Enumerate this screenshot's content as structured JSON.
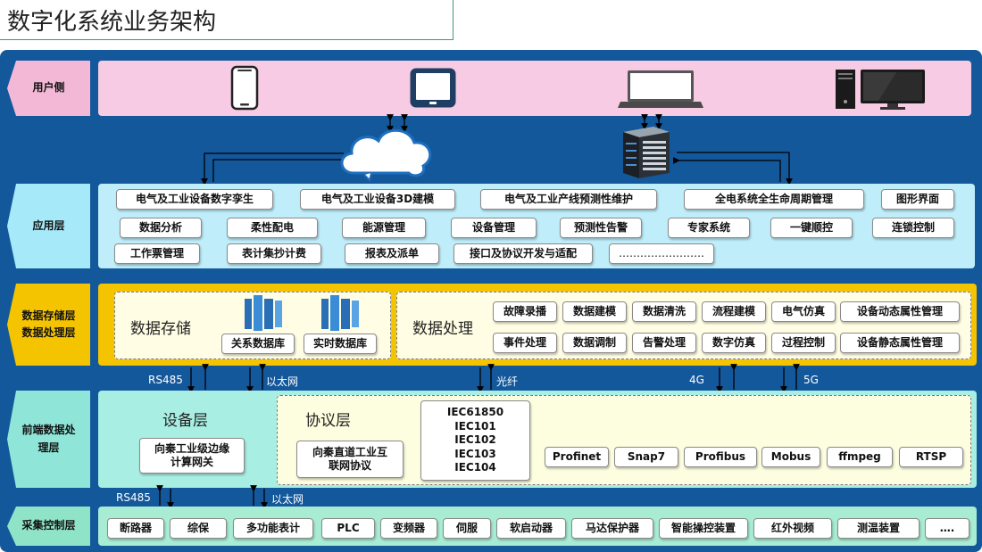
{
  "title": "数字化系统业务架构",
  "layers": {
    "user": "用户侧",
    "app": "应用层",
    "data_1": "数据存储层",
    "data_2": "数据处理层",
    "front_1": "前端数据处",
    "front_2": "理层",
    "collect": "采集控制层"
  },
  "app_items": [
    "电气及工业设备数字孪生",
    "电气及工业设备3D建模",
    "电气及工业产线预测性维护",
    "全电系统全生命周期管理",
    "图形界面",
    "数据分析",
    "柔性配电",
    "能源管理",
    "设备管理",
    "预测性告警",
    "专家系统",
    "一键顺控",
    "连锁控制",
    "工作票管理",
    "表计集抄计费",
    "报表及派单",
    "接口及协议开发与适配",
    "……………………"
  ],
  "storage": {
    "title": "数据存储",
    "db1": "关系数据库",
    "db2": "实时数据库"
  },
  "processing": {
    "title": "数据处理",
    "items": [
      "故障录播",
      "数据建模",
      "数据清洗",
      "流程建模",
      "电气仿真",
      "设备动态属性管理",
      "事件处理",
      "数据调制",
      "告警处理",
      "数字仿真",
      "过程控制",
      "设备静态属性管理"
    ]
  },
  "links_top": {
    "rs485": "RS485",
    "ethernet": "以太网",
    "fiber": "光纤",
    "g4": "4G",
    "g5": "5G"
  },
  "device": {
    "title": "设备层",
    "gateway_1": "向秦工业级边缘",
    "gateway_2": "计算网关"
  },
  "protocol": {
    "title": "协议层",
    "proto_1": "向秦直道工业互",
    "proto_2": "联网协议",
    "iec": [
      "IEC61850",
      "IEC101",
      "IEC102",
      "IEC103",
      "IEC104"
    ],
    "items": [
      "Profinet",
      "Snap7",
      "Profibus",
      "Mobus",
      "ffmpeg",
      "RTSP"
    ]
  },
  "links_bottom": {
    "rs485": "RS485",
    "ethernet": "以太网"
  },
  "collect_items": [
    "断路器",
    "综保",
    "多功能表计",
    "PLC",
    "变频器",
    "伺服",
    "软启动器",
    "马达保护器",
    "智能操控装置",
    "红外视频",
    "测温装置",
    "…."
  ],
  "colors": {
    "frame": "#14589c",
    "user_band": "#f7cbe3",
    "app_band": "#bfeefa",
    "data_band": "#f5c400",
    "front_band": "#a8eee2",
    "protocol_band": "#fdfde0",
    "collect_band": "#a8ecd4"
  }
}
